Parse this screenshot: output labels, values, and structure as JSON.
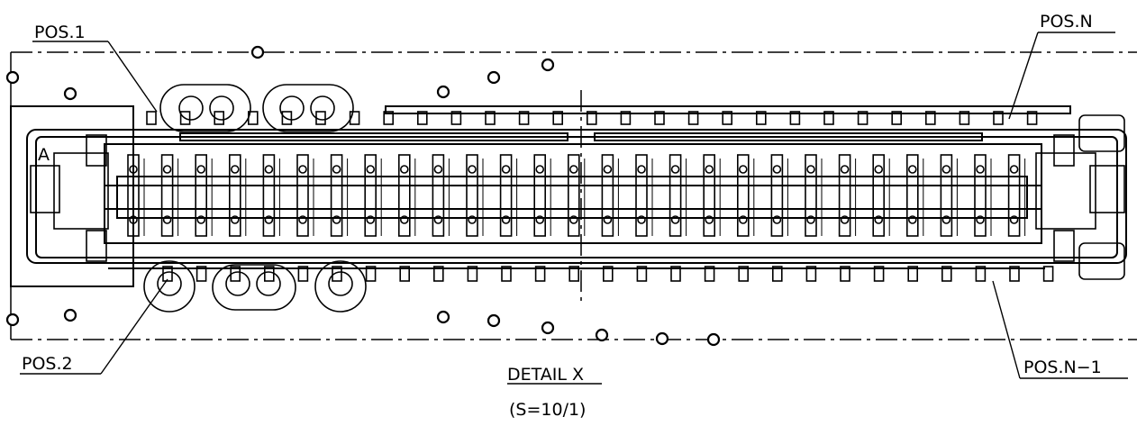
{
  "labels": {
    "pos1": "POS.1",
    "posN": "POS.N",
    "pos2": "POS.2",
    "posN1": "POS.N−1"
  },
  "title": {
    "name": "DETAIL X",
    "scale": "(S=10/1)"
  },
  "corner_mark": "A",
  "colors": {
    "line": "#000000",
    "background": "#ffffff"
  }
}
